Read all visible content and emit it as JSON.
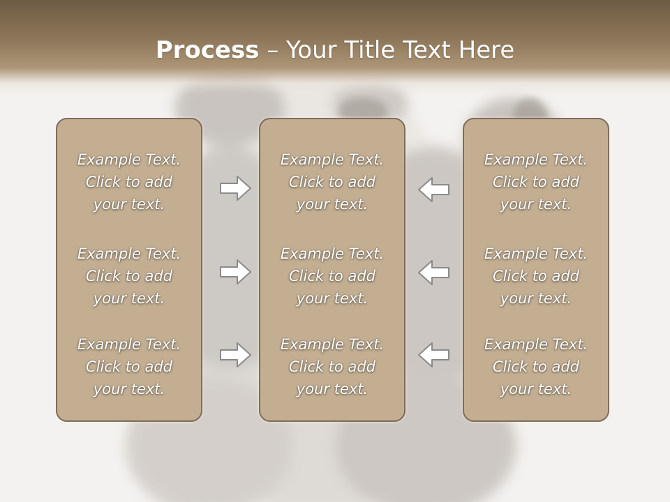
{
  "slide": {
    "title_bold": "Process",
    "title_rest": " – Your Title Text Here"
  },
  "columns": [
    {
      "items": [
        {
          "lines": [
            "Example Text.",
            "Click  to add",
            "your text."
          ]
        },
        {
          "lines": [
            "Example Text.",
            "Click  to add",
            "your text."
          ]
        },
        {
          "lines": [
            "Example Text.",
            "Click  to add",
            "your text."
          ]
        }
      ]
    },
    {
      "items": [
        {
          "lines": [
            "Example Text.",
            "Click  to add",
            "your text."
          ]
        },
        {
          "lines": [
            "Example Text.",
            "Click  to add",
            "your text."
          ]
        },
        {
          "lines": [
            "Example Text.",
            "Click  to add",
            "your text."
          ]
        }
      ]
    },
    {
      "items": [
        {
          "lines": [
            "Example Text.",
            "Click  to add",
            "your text."
          ]
        },
        {
          "lines": [
            "Example Text.",
            "Click  to add",
            "your text."
          ]
        },
        {
          "lines": [
            "Example Text.",
            "Click  to add",
            "your text."
          ]
        }
      ]
    }
  ],
  "arrows": {
    "left_group": [
      "arrow-right-icon",
      "arrow-right-icon",
      "arrow-right-icon"
    ],
    "right_group": [
      "arrow-left-icon",
      "arrow-left-icon",
      "arrow-left-icon"
    ]
  },
  "colors": {
    "header": "#8c7558",
    "box_fill": "#c3ae92",
    "box_border": "#7f6c58",
    "text": "#ffffff"
  }
}
